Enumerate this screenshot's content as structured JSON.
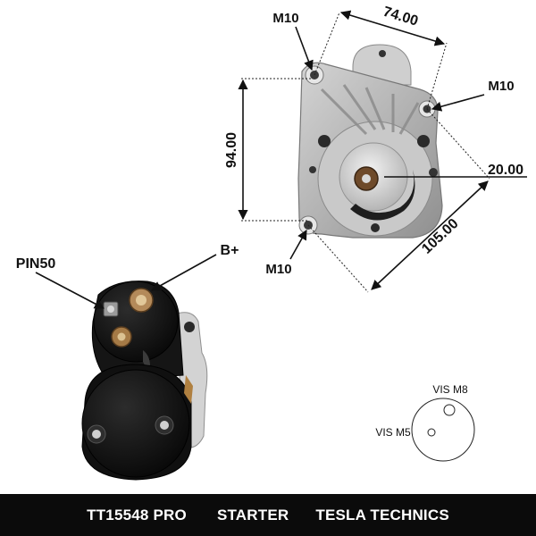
{
  "front_view": {
    "dim_width": "74.00",
    "dim_height": "94.00",
    "dim_diagonal": "105.00",
    "dim_shaft": "20.00",
    "bolt_top_left": "M10",
    "bolt_right": "M10",
    "bolt_bottom": "M10"
  },
  "side_view": {
    "terminal_small": "PIN50",
    "terminal_main": "B+"
  },
  "connector_diagram": {
    "upper_hole": "VIS M8",
    "lower_hole": "VIS M5"
  },
  "footer": {
    "model": "TT15548 PRO",
    "type": "STARTER",
    "brand": "TESLA TECHNICS"
  },
  "colors": {
    "footer_bg": "#0b0b0b",
    "footer_text": "#ffffff",
    "casting": "#b9b9b9",
    "body_black": "#121212"
  }
}
